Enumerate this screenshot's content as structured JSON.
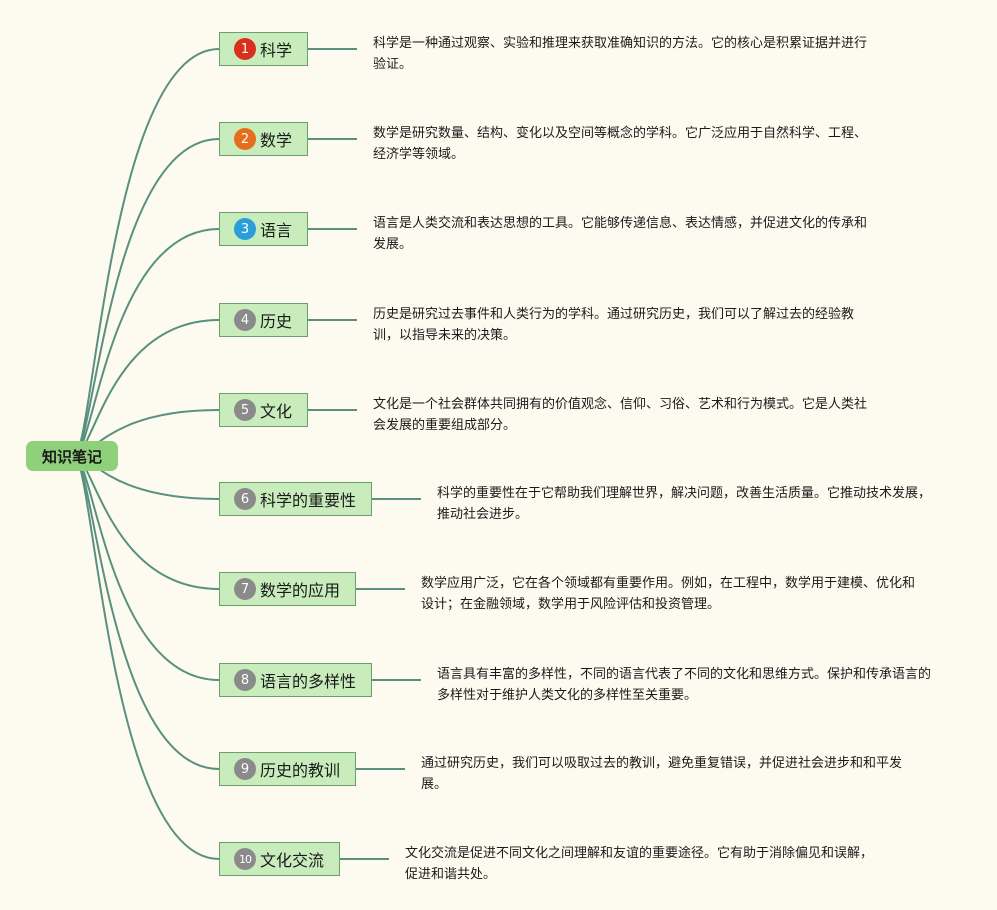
{
  "root": {
    "label": "知识笔记"
  },
  "colors": {
    "line": "#5a9080",
    "node_bg": "#c9ecbd",
    "root_bg": "#8fd07a"
  },
  "topics": [
    {
      "num": "1",
      "badge_color": "#d8301c",
      "label": "科学",
      "note": "科学是一种通过观察、实验和推理来获取准确知识的方法。它的核心是积累证据并进行验证。"
    },
    {
      "num": "2",
      "badge_color": "#e56e1a",
      "label": "数学",
      "note": "数学是研究数量、结构、变化以及空间等概念的学科。它广泛应用于自然科学、工程、经济学等领域。"
    },
    {
      "num": "3",
      "badge_color": "#2a9ed8",
      "label": "语言",
      "note": "语言是人类交流和表达思想的工具。它能够传递信息、表达情感，并促进文化的传承和发展。"
    },
    {
      "num": "4",
      "badge_color": "#8a8a8a",
      "label": "历史",
      "note": "历史是研究过去事件和人类行为的学科。通过研究历史，我们可以了解过去的经验教训，以指导未来的决策。"
    },
    {
      "num": "5",
      "badge_color": "#8a8a8a",
      "label": "文化",
      "note": "文化是一个社会群体共同拥有的价值观念、信仰、习俗、艺术和行为模式。它是人类社会发展的重要组成部分。"
    },
    {
      "num": "6",
      "badge_color": "#8a8a8a",
      "label": "科学的重要性",
      "note": "科学的重要性在于它帮助我们理解世界，解决问题，改善生活质量。它推动技术发展，推动社会进步。"
    },
    {
      "num": "7",
      "badge_color": "#8a8a8a",
      "label": "数学的应用",
      "note": "数学应用广泛，它在各个领域都有重要作用。例如，在工程中，数学用于建模、优化和设计；在金融领域，数学用于风险评估和投资管理。"
    },
    {
      "num": "8",
      "badge_color": "#8a8a8a",
      "label": "语言的多样性",
      "note": "语言具有丰富的多样性，不同的语言代表了不同的文化和思维方式。保护和传承语言的多样性对于维护人类文化的多样性至关重要。"
    },
    {
      "num": "9",
      "badge_color": "#8a8a8a",
      "label": "历史的教训",
      "note": "通过研究历史，我们可以吸取过去的教训，避免重复错误，并促进社会进步和和平发展。"
    },
    {
      "num": "10",
      "badge_color": "#8a8a8a",
      "label": "文化交流",
      "note": "文化交流是促进不同文化之间理解和友谊的重要途径。它有助于消除偏见和误解，促进和谐共处。"
    }
  ]
}
